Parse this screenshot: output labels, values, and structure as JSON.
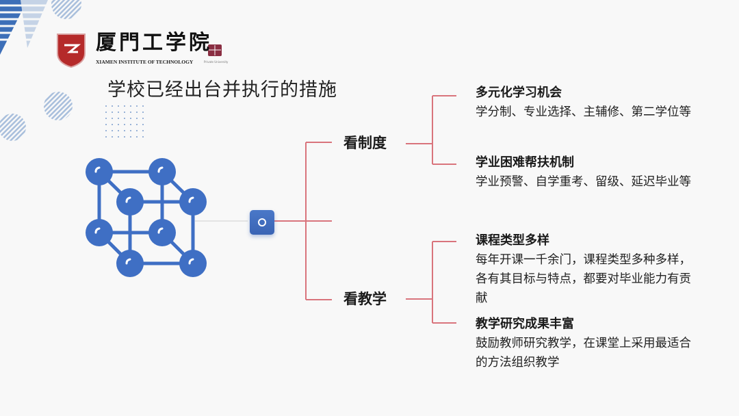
{
  "header": {
    "logo_cn": "厦門工学院",
    "logo_en": "XIAMEN INSTITUTE OF TECHNOLOGY",
    "badge_text": "Private University",
    "title": "学校已经出台并执行的措施"
  },
  "colors": {
    "accent_blue": "#3f6fc4",
    "line_red": "#d9747c",
    "crest_red": "#b52a2a"
  },
  "tree": {
    "branches": [
      {
        "label": "看制度",
        "leaves": [
          {
            "heading": "多元化学习机会",
            "text": "学分制、专业选择、主辅修、第二学位等"
          },
          {
            "heading": "学业困难帮扶机制",
            "text": "学业预警、自学重考、留级、延迟毕业等"
          }
        ]
      },
      {
        "label": "看教学",
        "leaves": [
          {
            "heading": "课程类型多样",
            "text": "每年开课一千余门，课程类型多种多样，各有其目标与特点，都要对毕业能力有贡献"
          },
          {
            "heading": "教学研究成果丰富",
            "text": "鼓励教师研究教学，在课堂上采用最适合的方法组织教学"
          }
        ]
      }
    ]
  }
}
